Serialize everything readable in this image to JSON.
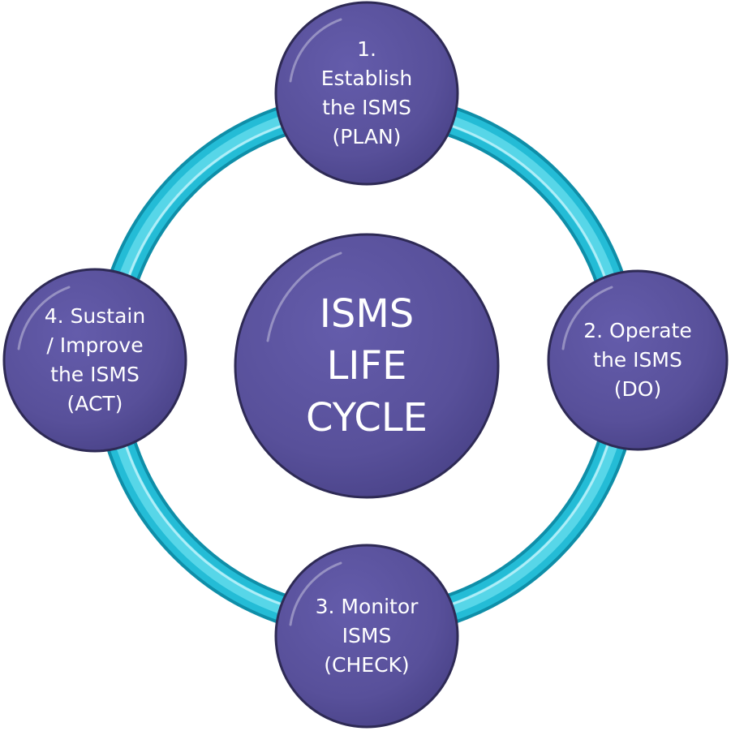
{
  "colors": {
    "ring_outer": "#12a9c6",
    "ring_inner": "#3fd0e4",
    "ring_highlight": "#b6f1fa",
    "node_fill": "#58509a",
    "node_dark": "#473f86",
    "node_stroke": "#2e2a55",
    "text": "#ffffff"
  },
  "center": {
    "label": "ISMS\nLIFE\nCYCLE"
  },
  "nodes": [
    {
      "id": "plan",
      "label": "1.\nEstablish\nthe ISMS\n(PLAN)"
    },
    {
      "id": "do",
      "label": "2. Operate\nthe ISMS\n(DO)"
    },
    {
      "id": "check",
      "label": "3. Monitor\nISMS\n(CHECK)"
    },
    {
      "id": "act",
      "label": "4. Sustain\n/ Improve\nthe ISMS\n(ACT)"
    }
  ]
}
